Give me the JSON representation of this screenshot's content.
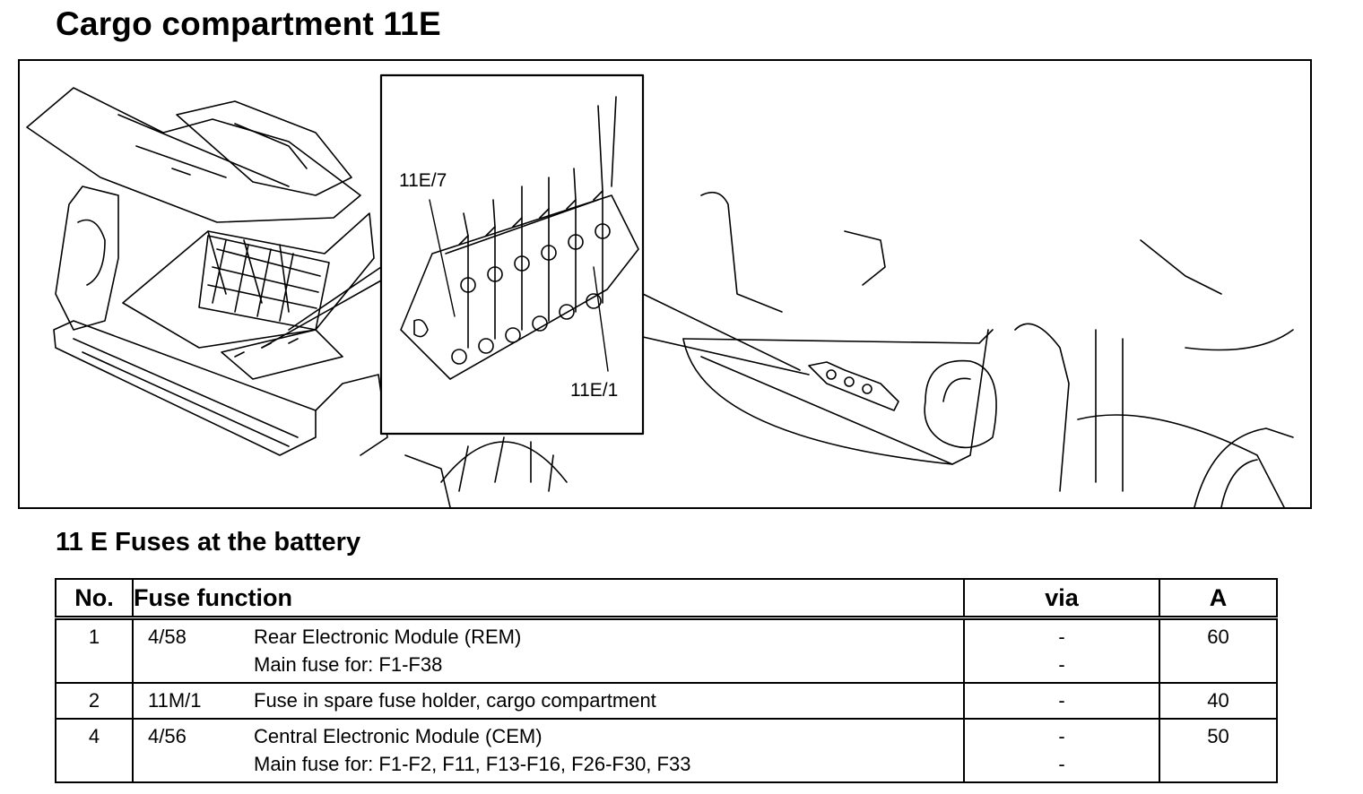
{
  "page": {
    "title": "Cargo compartment 11E",
    "subtitle": "11 E Fuses at the battery"
  },
  "figure": {
    "callouts": [
      "11E/7",
      "11E/1"
    ]
  },
  "table": {
    "headers": {
      "no": "No.",
      "function": "Fuse function",
      "via": "via",
      "amps": "A"
    },
    "rows": [
      {
        "no": "1",
        "code": "4/58",
        "lines": [
          "Rear Electronic Module (REM)",
          "Main fuse for: F1-F38"
        ],
        "via": [
          "-",
          "-"
        ],
        "amps": "60"
      },
      {
        "no": "2",
        "code": "11M/1",
        "lines": [
          "Fuse in spare fuse holder, cargo compartment"
        ],
        "via": [
          "-"
        ],
        "amps": "40"
      },
      {
        "no": "4",
        "code": "4/56",
        "lines": [
          "Central Electronic Module (CEM)",
          "Main fuse for: F1-F2, F11, F13-F16, F26-F30, F33"
        ],
        "via": [
          "-",
          "-"
        ],
        "amps": "50"
      }
    ]
  }
}
